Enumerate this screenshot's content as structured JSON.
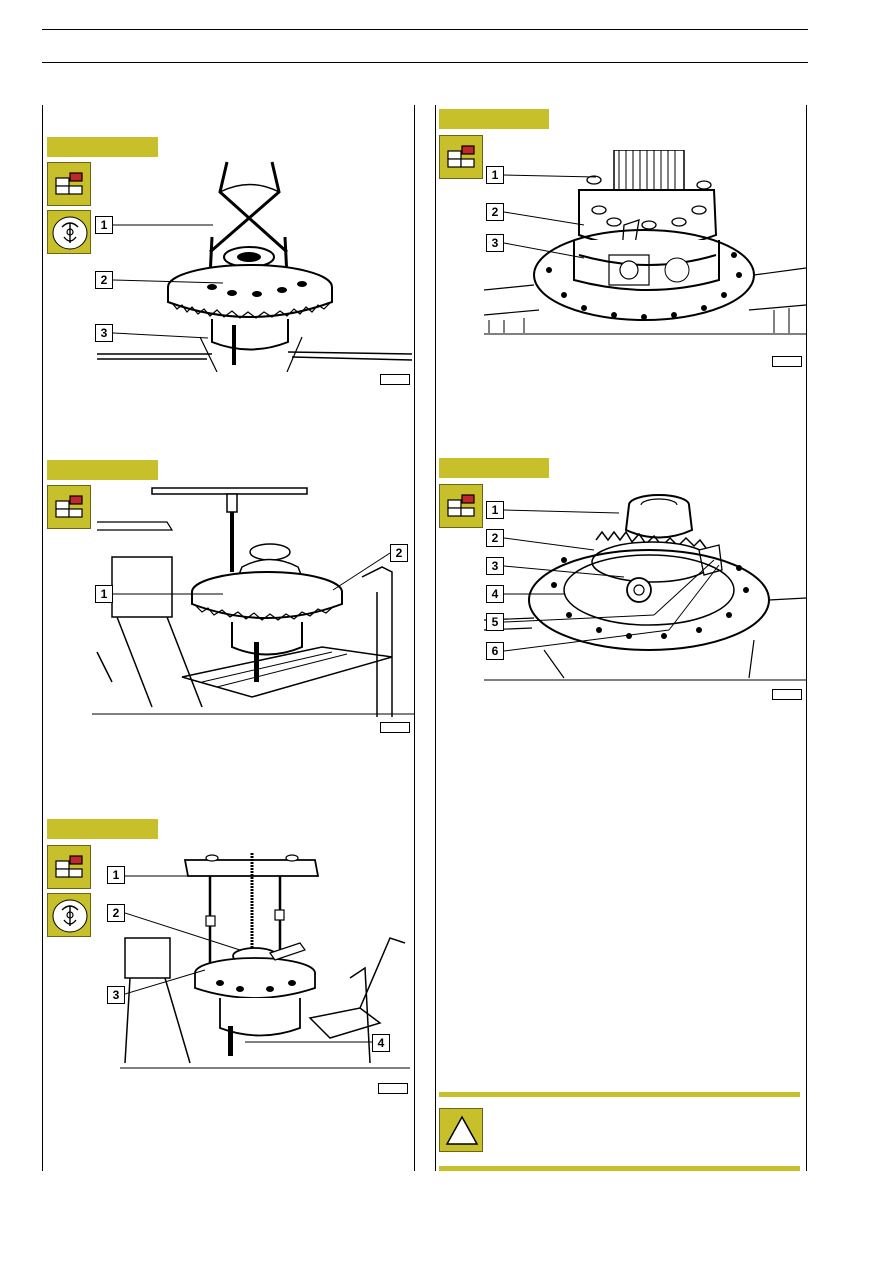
{
  "colors": {
    "accent": "#c8c02a",
    "accent_border": "#6b6515",
    "icon_red": "#c0282d",
    "line": "#000000"
  },
  "icons": {
    "disassembly": "exploded-parts-icon",
    "tool": "special-tool-icon",
    "warning": "warning-triangle-icon"
  },
  "figures": [
    {
      "id": "fig-a",
      "icons": [
        "exploded-parts-icon",
        "special-tool-icon"
      ],
      "callouts": [
        "1",
        "2",
        "3"
      ]
    },
    {
      "id": "fig-b",
      "icons": [
        "exploded-parts-icon"
      ],
      "callouts": [
        "1",
        "2"
      ]
    },
    {
      "id": "fig-c",
      "icons": [
        "exploded-parts-icon",
        "special-tool-icon"
      ],
      "callouts": [
        "1",
        "2",
        "3",
        "4"
      ]
    },
    {
      "id": "fig-d",
      "icons": [
        "exploded-parts-icon"
      ],
      "callouts": [
        "1",
        "2",
        "3"
      ]
    },
    {
      "id": "fig-e",
      "icons": [
        "exploded-parts-icon"
      ],
      "callouts": [
        "1",
        "2",
        "3",
        "4",
        "5",
        "6"
      ]
    }
  ]
}
